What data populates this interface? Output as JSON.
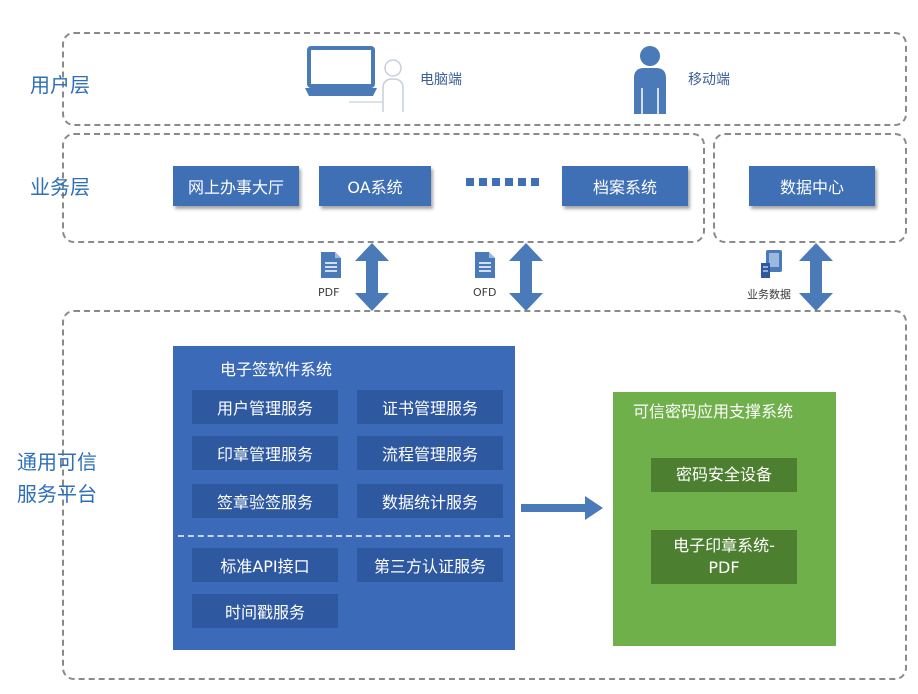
{
  "layers": {
    "user": "用户层",
    "business": "业务层",
    "platform_line1": "通用可信",
    "platform_line2": "服务平台"
  },
  "clients": {
    "pc": "电脑端",
    "mobile": "移动端"
  },
  "business_systems": [
    "网上办事大厅",
    "OA系统",
    "档案系统"
  ],
  "data_center": "数据中心",
  "transfers": {
    "pdf": "PDF",
    "ofd": "OFD",
    "business_data": "业务数据"
  },
  "esign_system": {
    "title": "电子签软件系统",
    "services": [
      "用户管理服务",
      "证书管理服务",
      "印章管理服务",
      "流程管理服务",
      "签章验签服务",
      "数据统计服务"
    ],
    "interfaces": [
      "标准API接口",
      "第三方认证服务",
      "时间戳服务"
    ]
  },
  "trusted_system": {
    "title": "可信密码应用支撑系统",
    "device": "密码安全设备",
    "seal_line1": "电子印章系统-",
    "seal_line2": "PDF"
  },
  "colors": {
    "layer_label": "#2e6fb8",
    "business_box": "#3f6fb5",
    "esign_panel": "#3a6ab8",
    "service_box": "#2e58a0",
    "trusted_panel": "#6fb04a",
    "trusted_box": "#4c7f2f",
    "arrow": "#4a7ab8"
  }
}
